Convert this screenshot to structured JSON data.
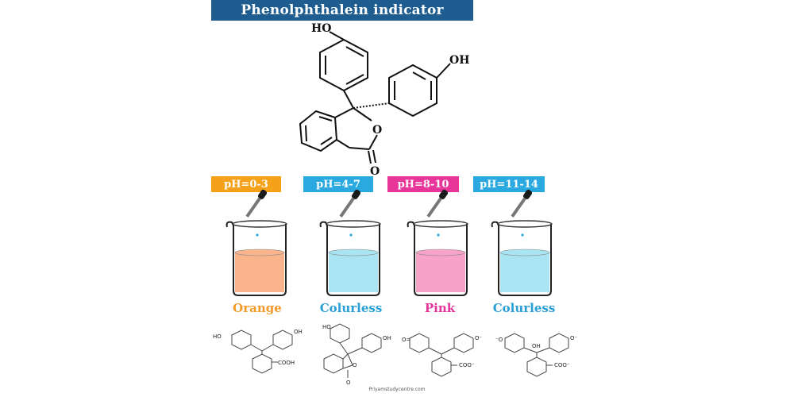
{
  "title": "Phenolphthalein indicator",
  "main_structure": {
    "oh_top": "HO",
    "oh_right": "OH",
    "ring_o": "O",
    "carbonyl_o": "O"
  },
  "beakers": [
    {
      "ph": "pH=0-3",
      "color_name": "Orange",
      "label_bg": "#f5a21a",
      "label_color": "#f39a2a",
      "liquid": "#f9b48c"
    },
    {
      "ph": "pH=4-7",
      "color_name": "Colurless",
      "label_bg": "#29a9e0",
      "label_color": "#2a9fd6",
      "liquid": "#a9e4f2"
    },
    {
      "ph": "pH=8-10",
      "color_name": "Pink",
      "label_bg": "#e8359a",
      "label_color": "#e3349a",
      "liquid": "#f7a3c9"
    },
    {
      "ph": "pH=11-14",
      "color_name": "Colurless",
      "label_bg": "#29a9e0",
      "label_color": "#2a9fd6",
      "liquid": "#a9e4f2"
    }
  ],
  "small_structures": [
    {
      "left": "HO",
      "right": "OH",
      "sub": "COOH"
    },
    {
      "left": "HO",
      "right": "OH",
      "ring_o": "O",
      "carbonyl_o": "O"
    },
    {
      "left": "O=",
      "right": "O⁻",
      "sub": "COO⁻"
    },
    {
      "left": "⁻O",
      "right": "O⁻",
      "mid": "OH",
      "sub": "COO⁻"
    }
  ],
  "credit": "Priyamstudycentre.com"
}
